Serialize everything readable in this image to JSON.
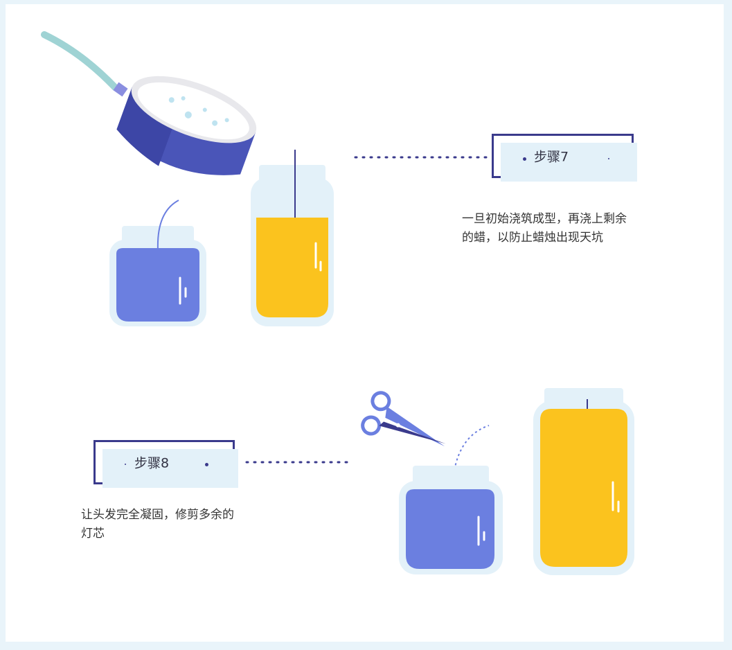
{
  "steps": [
    {
      "label": "步骤7",
      "desc_lines": [
        "一旦初始浇筑成型，再浇上剩余",
        "的蜡，以防止蜡烛出现天坑"
      ]
    },
    {
      "label": "步骤8",
      "desc_lines": [
        "让头发完全凝固，修剪多余的",
        "灯芯"
      ]
    }
  ],
  "colors": {
    "navy": "#3a3a8c",
    "blue_wax": "#6b7fe0",
    "yellow_wax": "#fbc31e",
    "jar_glass": "#e3f1f9",
    "pan_blue": "#4a55b8",
    "handle_teal": "#9fd3d4"
  },
  "icons": [
    "pan-icon",
    "jar-icon",
    "scissors-icon",
    "wick-icon"
  ]
}
